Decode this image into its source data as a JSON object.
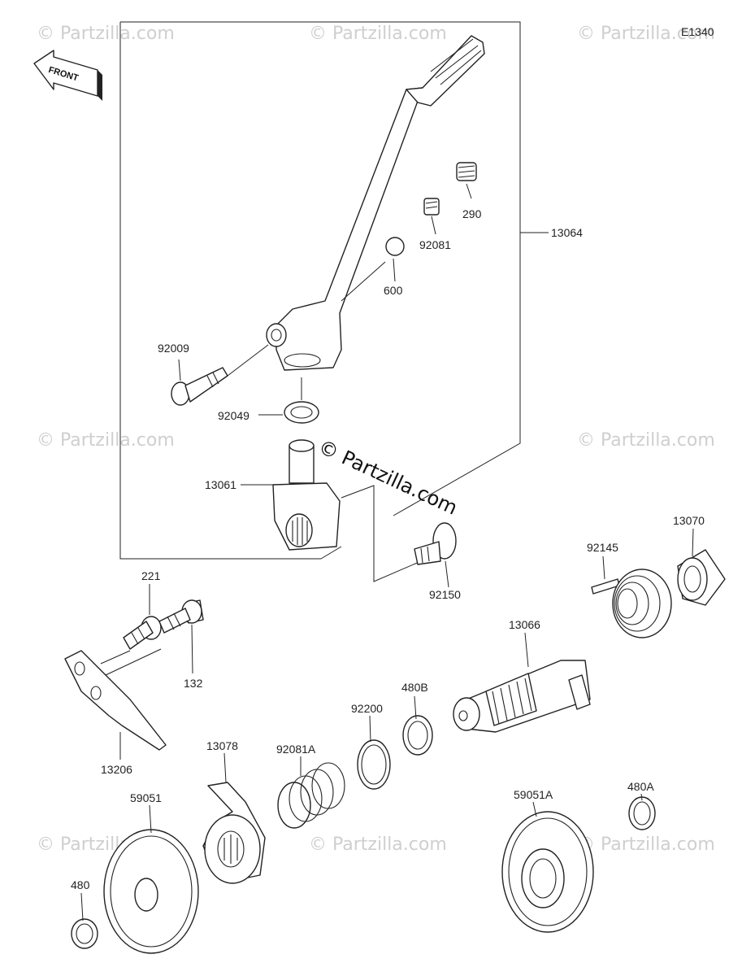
{
  "diagram_code": "E1340",
  "front_label": "FRONT",
  "watermark_main": "© Partzilla.com",
  "watermark_faint": "© Partzilla.com",
  "parts": {
    "p13064": "13064",
    "p290": "290",
    "p92081": "92081",
    "p600": "600",
    "p92009": "92009",
    "p92049": "92049",
    "p13061": "13061",
    "p92150": "92150",
    "p13070": "13070",
    "p92145": "92145",
    "p13066": "13066",
    "p221": "221",
    "p132": "132",
    "p13206": "13206",
    "p480B": "480B",
    "p92200": "92200",
    "p92081A": "92081A",
    "p13078": "13078",
    "p59051": "59051",
    "p480": "480",
    "p59051A": "59051A",
    "p480A": "480A"
  },
  "colors": {
    "line": "#222222",
    "watermark": "#cfcfcf",
    "background": "#ffffff"
  }
}
